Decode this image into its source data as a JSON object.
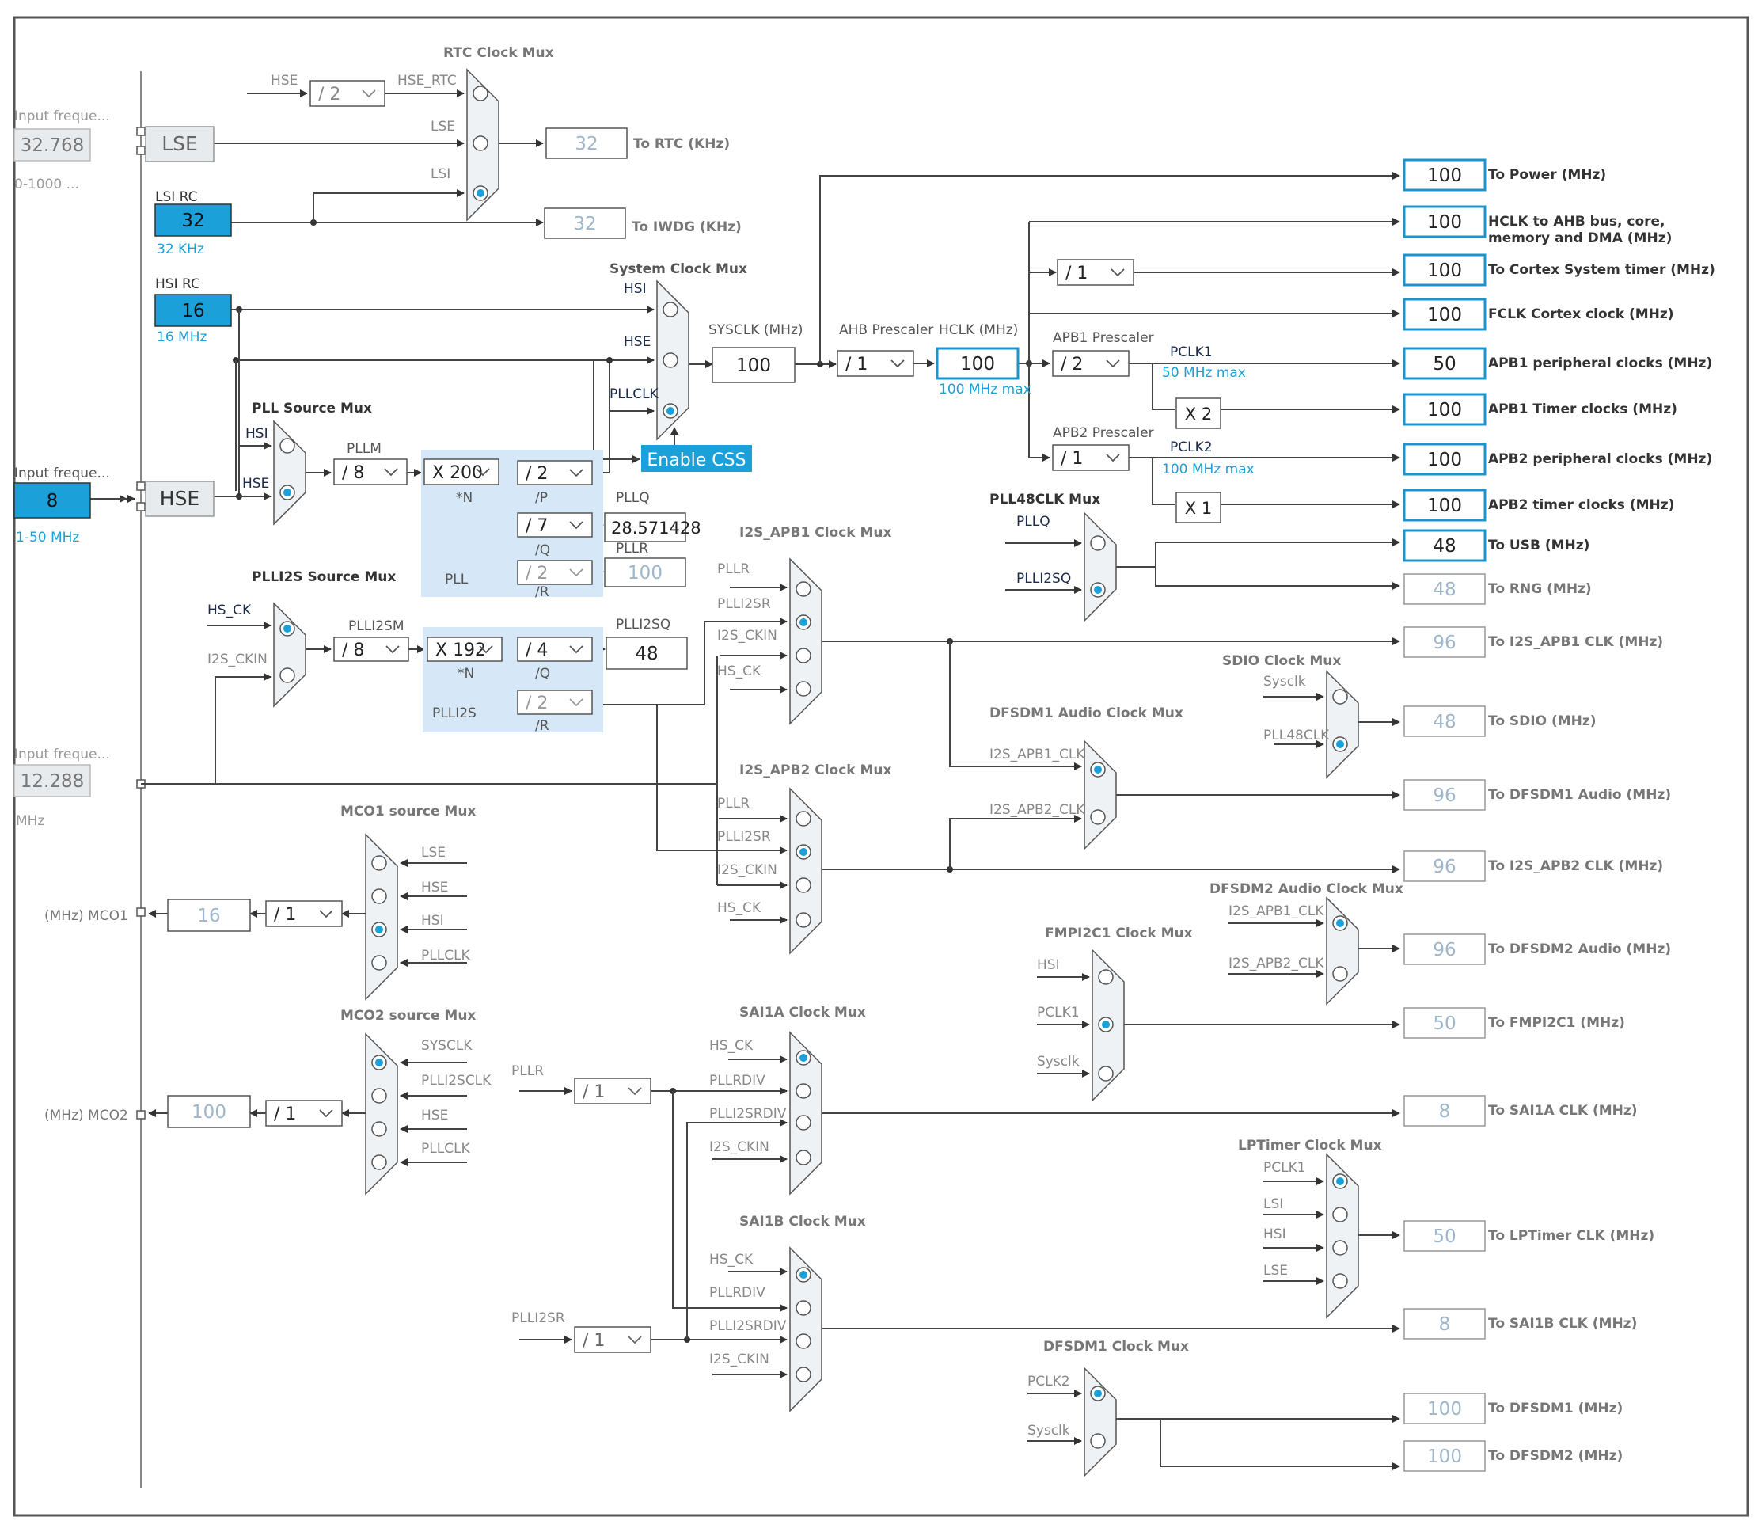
{
  "sources": {
    "lse_label": "LSE",
    "lse_input_label": "Input freque...",
    "lse_freq": "32.768",
    "lse_range": "0-1000 ...",
    "lsi_label": "LSI RC",
    "lsi_value": "32",
    "lsi_unit": "32 KHz",
    "hsi_label": "HSI RC",
    "hsi_value": "16",
    "hsi_unit": "16 MHz",
    "hse_label": "HSE",
    "hse_input_label": "Input freque...",
    "hse_freq": "8",
    "hse_range": "1-50 MHz",
    "i2s_input_label": "Input freque...",
    "i2s_freq": "12.288",
    "i2s_unit": "MHz"
  },
  "rtc": {
    "title": "RTC Clock Mux",
    "hse_label": "HSE",
    "hse_div": "/ 2",
    "hse_rtc_label": "HSE_RTC",
    "lse_label": "LSE",
    "lsi_label": "LSI",
    "rtc_value": "32",
    "rtc_label": "To RTC (KHz)",
    "iwdg_value": "32",
    "iwdg_label": "To IWDG (KHz)"
  },
  "system_mux": {
    "title": "System Clock Mux",
    "hsi": "HSI",
    "hse": "HSE",
    "pllclk": "PLLCLK",
    "sysclk_label": "SYSCLK (MHz)",
    "sysclk_value": "100",
    "enable_css": "Enable CSS"
  },
  "ahb": {
    "prescaler_label": "AHB Prescaler",
    "prescaler_value": "/ 1",
    "hclk_label": "HCLK (MHz)",
    "hclk_value": "100",
    "hclk_max": "100 MHz max"
  },
  "pll": {
    "source_title": "PLL Source Mux",
    "hsi": "HSI",
    "hse": "HSE",
    "pllm_label": "PLLM",
    "pllm_value": "/ 8",
    "n_value": "X 200",
    "n_label": "*N",
    "p_value": "/ 2",
    "p_label": "/P",
    "q_value": "/ 7",
    "q_label": "/Q",
    "r_value": "/ 2",
    "r_label": "/R",
    "block_label": "PLL",
    "pllq_label": "PLLQ",
    "pllq_value": "28.571428",
    "pllr_label": "PLLR",
    "pllr_value": "100"
  },
  "plli2s": {
    "source_title": "PLLI2S Source Mux",
    "hs_ck": "HS_CK",
    "i2s_ckin": "I2S_CKIN",
    "m_label": "PLLI2SM",
    "m_value": "/ 8",
    "n_value": "X 192",
    "n_label": "*N",
    "q_value": "/ 4",
    "q_label": "/Q",
    "r_value": "/ 2",
    "r_label": "/R",
    "block_label": "PLLI2S",
    "q_out_label": "PLLI2SQ",
    "q_out_value": "48"
  },
  "apb1": {
    "prescaler_label": "APB1 Prescaler",
    "prescaler_value": "/ 2",
    "pclk_label": "PCLK1",
    "pclk_max": "50 MHz max",
    "timer_mult": "X 2"
  },
  "apb2": {
    "prescaler_label": "APB2 Prescaler",
    "prescaler_value": "/ 1",
    "pclk_label": "PCLK2",
    "pclk_max": "100 MHz max",
    "timer_mult": "X 1"
  },
  "cortex_div": "/ 1",
  "outputs": [
    {
      "value": "100",
      "label": "To Power (MHz)"
    },
    {
      "value": "100",
      "label": "HCLK to AHB bus, core,",
      "label2": "memory and DMA (MHz)"
    },
    {
      "value": "100",
      "label": "To Cortex System timer (MHz)"
    },
    {
      "value": "100",
      "label": "FCLK Cortex clock (MHz)"
    },
    {
      "value": "50",
      "label": "APB1 peripheral clocks (MHz)"
    },
    {
      "value": "100",
      "label": "APB1 Timer clocks (MHz)"
    },
    {
      "value": "100",
      "label": "APB2 peripheral clocks (MHz)"
    },
    {
      "value": "100",
      "label": "APB2 timer clocks (MHz)"
    },
    {
      "value": "48",
      "label": "To USB (MHz)"
    },
    {
      "value": "48",
      "label": "To RNG (MHz)"
    },
    {
      "value": "96",
      "label": "To I2S_APB1 CLK (MHz)"
    },
    {
      "value": "48",
      "label": "To SDIO (MHz)"
    },
    {
      "value": "96",
      "label": "To DFSDM1 Audio (MHz)"
    },
    {
      "value": "96",
      "label": "To I2S_APB2 CLK (MHz)"
    },
    {
      "value": "96",
      "label": "To DFSDM2 Audio (MHz)"
    },
    {
      "value": "50",
      "label": "To FMPI2C1 (MHz)"
    },
    {
      "value": "8",
      "label": "To SAI1A CLK (MHz)"
    },
    {
      "value": "50",
      "label": "To LPTimer CLK (MHz)"
    },
    {
      "value": "8",
      "label": "To SAI1B CLK (MHz)"
    },
    {
      "value": "100",
      "label": "To DFSDM1 (MHz)"
    },
    {
      "value": "100",
      "label": "To DFSDM2 (MHz)"
    }
  ],
  "pll48": {
    "title": "PLL48CLK Mux",
    "in1": "PLLQ",
    "in2": "PLLI2SQ"
  },
  "i2s_apb1": {
    "title": "I2S_APB1 Clock Mux",
    "in1": "PLLR",
    "in2": "PLLI2SR",
    "in3": "I2S_CKIN",
    "in4": "HS_CK"
  },
  "i2s_apb2": {
    "title": "I2S_APB2 Clock Mux",
    "in1": "PLLR",
    "in2": "PLLI2SR",
    "in3": "I2S_CKIN",
    "in4": "HS_CK"
  },
  "sdio": {
    "title": "SDIO Clock Mux",
    "in1": "Sysclk",
    "in2": "PLL48CLK"
  },
  "dfsdm1_audio": {
    "title": "DFSDM1 Audio Clock Mux",
    "in1": "I2S_APB1_CLK",
    "in2": "I2S_APB2_CLK"
  },
  "dfsdm2_audio": {
    "title": "DFSDM2 Audio Clock Mux",
    "in1": "I2S_APB1_CLK",
    "in2": "I2S_APB2_CLK"
  },
  "fmpi2c1": {
    "title": "FMPI2C1 Clock Mux",
    "in1": "HSI",
    "in2": "PCLK1",
    "in3": "Sysclk"
  },
  "lptimer": {
    "title": "LPTimer Clock Mux",
    "in1": "PCLK1",
    "in2": "LSI",
    "in3": "HSI",
    "in4": "LSE"
  },
  "dfsdm1": {
    "title": "DFSDM1 Clock Mux",
    "in1": "PCLK2",
    "in2": "Sysclk"
  },
  "mco1": {
    "title": "MCO1 source Mux",
    "in1": "LSE",
    "in2": "HSE",
    "in3": "HSI",
    "in4": "PLLCLK",
    "div": "/ 1",
    "value": "16",
    "label": "(MHz) MCO1"
  },
  "mco2": {
    "title": "MCO2 source Mux",
    "in1": "SYSCLK",
    "in2": "PLLI2SCLK",
    "in3": "HSE",
    "in4": "PLLCLK",
    "div": "/ 1",
    "value": "100",
    "label": "(MHz) MCO2"
  },
  "sai1a": {
    "title": "SAI1A Clock Mux",
    "in1": "HS_CK",
    "in2": "PLLRDIV",
    "in3": "PLLI2SRDIV",
    "in4": "I2S_CKIN"
  },
  "sai1b": {
    "title": "SAI1B Clock Mux",
    "in1": "HS_CK",
    "in2": "PLLRDIV",
    "in3": "PLLI2SRDIV",
    "in4": "I2S_CKIN"
  },
  "sai_div": {
    "pllr_label": "PLLR",
    "pllr_div": "/ 1",
    "plli2sr_label": "PLLI2SR",
    "plli2sr_div": "/ 1"
  },
  "colors": {
    "accent": "#1ca0d9",
    "active_box": "#1b94cc",
    "muted": "#9fb6cb",
    "pll_area": "#d6e8f7",
    "mux_fill": "#eef2f5"
  }
}
